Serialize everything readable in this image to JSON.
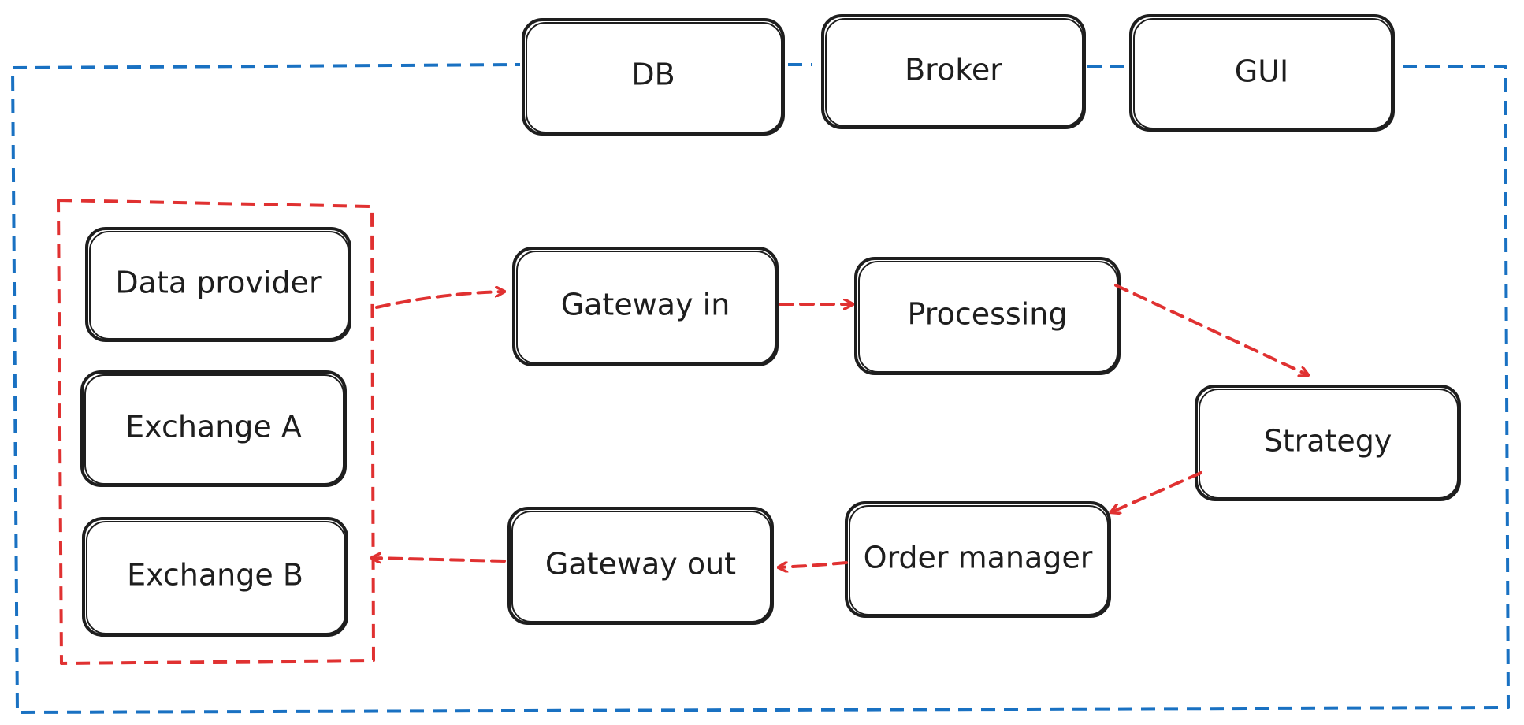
{
  "colors": {
    "outer_frame": "#1971c2",
    "inner_frame": "#e03131",
    "node_stroke": "#1e1e1e",
    "arrow": "#e03131",
    "text": "#1e1e1e"
  },
  "nodes": {
    "db": "DB",
    "broker": "Broker",
    "gui": "GUI",
    "data_provider": "Data provider",
    "exchange_a": "Exchange A",
    "exchange_b": "Exchange B",
    "gateway_in": "Gateway in",
    "processing": "Processing",
    "strategy": "Strategy",
    "order_manager": "Order manager",
    "gateway_out": "Gateway out"
  }
}
